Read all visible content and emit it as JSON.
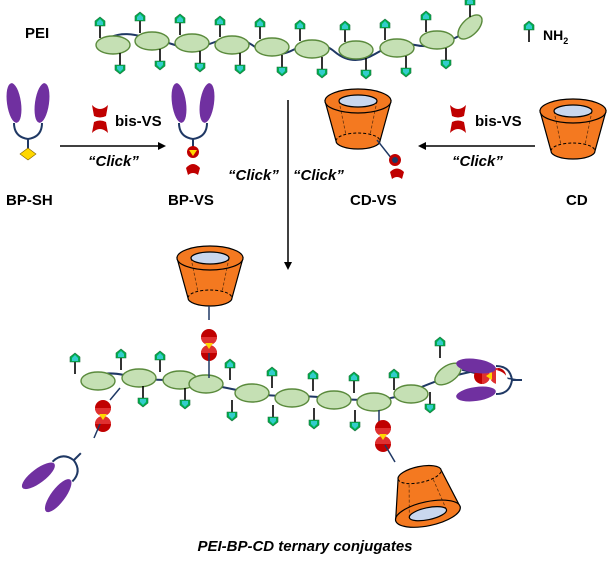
{
  "labels": {
    "pei": "PEI",
    "nh2_main": "NH",
    "nh2_sub": "2",
    "bis_vs_left": "bis-VS",
    "bis_vs_right": "bis-VS",
    "click_left": "“Click”",
    "click_right": "“Click”",
    "click_center_left": "“Click”",
    "click_center_right": "“Click”",
    "bp_sh": "BP-SH",
    "bp_vs": "BP-VS",
    "cd_vs": "CD-VS",
    "cd": "CD",
    "caption": "PEI-BP-CD ternary conjugates"
  },
  "colors": {
    "ellipse_fill": "#c5e0b4",
    "ellipse_stroke": "#5a8a3c",
    "chain_line": "#1f3864",
    "amine_green": "#00b050",
    "amine_teal": "#33cccc",
    "bp_purple": "#7030a0",
    "sulfur_yellow": "#ffd700",
    "vs_red": "#c00000",
    "cd_orange": "#f47920",
    "cd_hole": "#c9d7ee"
  }
}
